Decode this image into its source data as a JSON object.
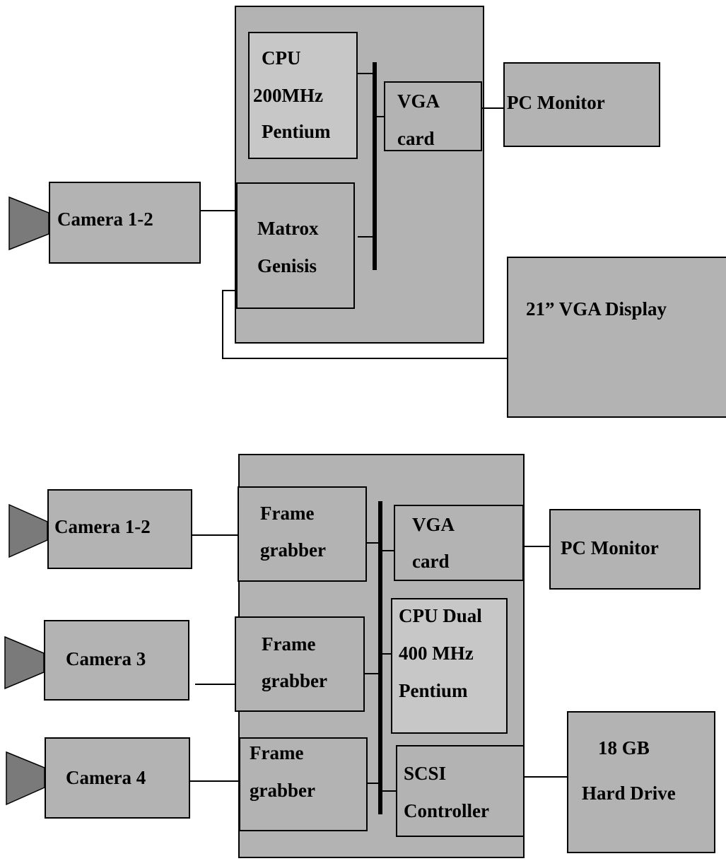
{
  "colors": {
    "box_fill": "#b3b3b3",
    "inner_box_fill": "#c7c7c7",
    "lens_fill": "#7a7a7a",
    "line": "#000000"
  },
  "diagram_top": {
    "cpu": [
      "CPU",
      "200MHz",
      "Pentium"
    ],
    "vga_card": [
      "VGA",
      "card"
    ],
    "pc_monitor": "PC Monitor",
    "camera": "Camera 1-2",
    "matrox": [
      "Matrox",
      "Genisis"
    ],
    "display": "21” VGA Display"
  },
  "diagram_bottom": {
    "camera_1_2": "Camera 1-2",
    "camera_3": "Camera 3",
    "camera_4": "Camera 4",
    "frame_grabber": [
      "Frame",
      "grabber"
    ],
    "vga_card": [
      "VGA",
      "card"
    ],
    "pc_monitor": "PC Monitor",
    "cpu": [
      "CPU Dual",
      "400 MHz",
      "Pentium"
    ],
    "scsi": [
      "SCSI",
      "Controller"
    ],
    "hard_drive": [
      "18 GB",
      "Hard Drive"
    ]
  }
}
